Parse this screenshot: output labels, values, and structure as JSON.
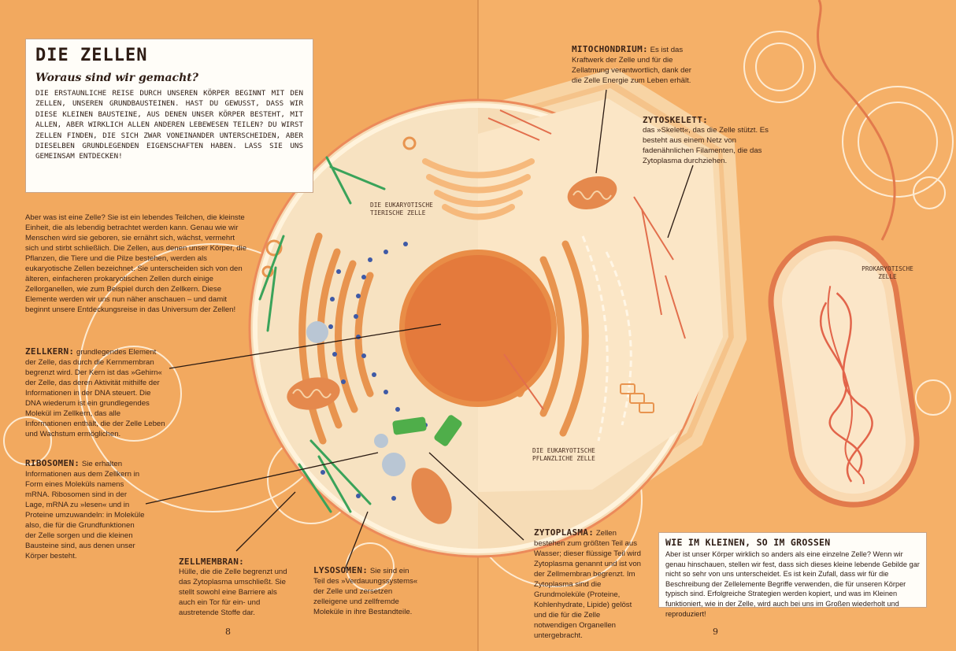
{
  "intro": {
    "title": "DIE ZELLEN",
    "subtitle": "Woraus sind wir gemacht?",
    "text": "DIE ERSTAUNLICHE REISE DURCH UNSEREN KÖRPER BEGINNT MIT DEN ZELLEN, UNSEREN GRUNDBAUSTEINEN. HAST DU GEWUSST, DASS WIR DIESE KLEINEN BAUSTEINE, AUS DENEN UNSER KÖRPER BESTEHT, MIT ALLEN, ABER WIRKLICH ALLEN ANDEREN LEBEWESEN TEILEN? DU WIRST ZELLEN FINDEN, DIE SICH ZWAR VONEINANDER UNTERSCHEIDEN, ABER DIESELBEN GRUNDLEGENDEN EIGENSCHAFTEN HABEN. LASS SIE UNS GEMEINSAM ENTDECKEN!"
  },
  "left": {
    "paragraph": "Aber was ist eine Zelle? Sie ist ein lebendes Teilchen, die kleinste Einheit, die als lebendig betrachtet werden kann. Genau wie wir Menschen wird sie geboren, sie ernährt sich, wächst, vermehrt sich und stirbt schließlich. Die Zellen, aus denen unser Körper, die Pflanzen, die Tiere und die Pilze bestehen, werden als eukaryotische Zellen bezeichnet. Sie unterscheiden sich von den älteren, einfacheren prokaryotischen Zellen durch einige Zellorganellen, wie zum Beispiel durch den Zellkern. Diese Elemente werden wir uns nun näher anschauen – und damit beginnt unsere Entdeckungsreise in das Universum der Zellen!"
  },
  "labels": {
    "zellkern": {
      "head": "ZELLKERN:",
      "text": " grundlegendes Element der Zelle, das durch die Kernmembran begrenzt wird. Der Kern ist das »Gehirn« der Zelle, das deren Aktivität mithilfe der Informationen in der DNA steuert. Die DNA wiederum ist ein grundlegendes Molekül im Zellkern, das alle Informationen enthält, die der Zelle Leben und Wachstum ermöglichen."
    },
    "ribosomen": {
      "head": "RIBOSOMEN:",
      "text": " Sie erhalten Informationen aus dem Zellkern in Form eines Moleküls namens mRNA. Ribosomen sind in der Lage, mRNA zu »lesen« und in Proteine umzuwandeln: in Moleküle also, die für die Grundfunktionen der Zelle sorgen und die kleinen Bausteine sind, aus denen unser Körper besteht."
    },
    "zellmembran": {
      "head": "ZELLMEMBRAN:",
      "text": "Hülle, die die Zelle begrenzt und das Zytoplasma umschließt. Sie stellt sowohl eine Barriere als auch ein Tor für ein- und austretende Stoffe dar."
    },
    "lysosomen": {
      "head": "LYSOSOMEN:",
      "text": " Sie sind ein Teil des »Verdauungssystems« der Zelle und zersetzen zelleigene und zellfremde Moleküle in ihre Bestandteile."
    },
    "zytoplasma": {
      "head": "ZYTOPLASMA:",
      "text": " Zellen bestehen zum größten Teil aus Wasser; dieser flüssige Teil wird Zytoplasma genannt und ist von der Zellmembran begrenzt. Im Zytoplasma sind die Grundmoleküle (Proteine, Kohlenhydrate, Lipide) gelöst und die für die Zelle notwendigen Organellen untergebracht."
    },
    "mitochondrium": {
      "head": "MITOCHONDRIUM:",
      "text": " Es ist das Kraftwerk der Zelle und für die Zellatmung verantwortlich, dank der die Zelle Energie zum Leben erhält."
    },
    "zytoskelett": {
      "head": "ZYTOSKELETT:",
      "text": "das »Skelett«, das die Zelle stützt. Es besteht aus einem Netz von fadenähnlichen Filamenten, die das Zytoplasma durchziehen."
    }
  },
  "cell_labels": {
    "animal": "DIE EUKARYOTISCHE TIERISCHE ZELLE",
    "plant": "DIE EUKARYOTISCHE PFLANZLICHE ZELLE",
    "prokaryotic": "PROKARYOTISCHE ZELLE"
  },
  "summary": {
    "title": "WIE IM KLEINEN, SO IM GROSSEN",
    "text": "Aber ist unser Körper wirklich so anders als eine einzelne Zelle? Wenn wir genau hinschauen, stellen wir fest, dass sich dieses kleine lebende Gebilde gar nicht so sehr von uns unterscheidet. Es ist kein Zufall, dass wir für die Beschreibung der Zellelemente Begriffe verwenden, die für unseren Körper typisch sind. Erfolgreiche Strategien werden kopiert, und was im Kleinen funktioniert, wie in der Zelle, wird auch bei uns im Großen wiederholt und reproduziert!"
  },
  "pages": {
    "left": "8",
    "right": "9"
  }
}
